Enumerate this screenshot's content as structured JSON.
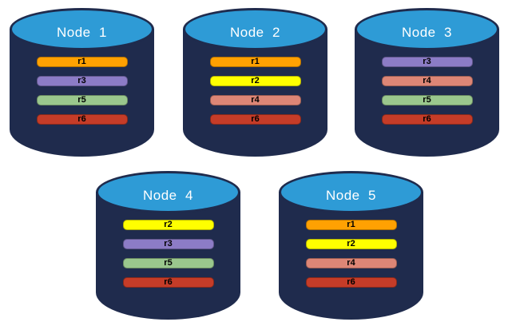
{
  "diagram": {
    "background": "#FFFFFF",
    "colors": {
      "cylinder_body": "#1F2B4D",
      "cylinder_top": "#2E9BD6",
      "node_label_text": "#FFFFFF",
      "replica_label_text": "#000000"
    },
    "replica_colors": {
      "r1": "#FFA102",
      "r2": "#FFFF00",
      "r3": "#8C7CC6",
      "r4": "#DD8676",
      "r5": "#9AC78D",
      "r6": "#C53C28"
    },
    "nodes": [
      {
        "label": "Node  1",
        "replicas": [
          "r1",
          "r3",
          "r5",
          "r6"
        ]
      },
      {
        "label": "Node  2",
        "replicas": [
          "r1",
          "r2",
          "r4",
          "r6"
        ]
      },
      {
        "label": "Node  3",
        "replicas": [
          "r3",
          "r4",
          "r5",
          "r6"
        ]
      },
      {
        "label": "Node  4",
        "replicas": [
          "r2",
          "r3",
          "r5",
          "r6"
        ]
      },
      {
        "label": "Node  5",
        "replicas": [
          "r1",
          "r2",
          "r4",
          "r6"
        ]
      }
    ]
  }
}
